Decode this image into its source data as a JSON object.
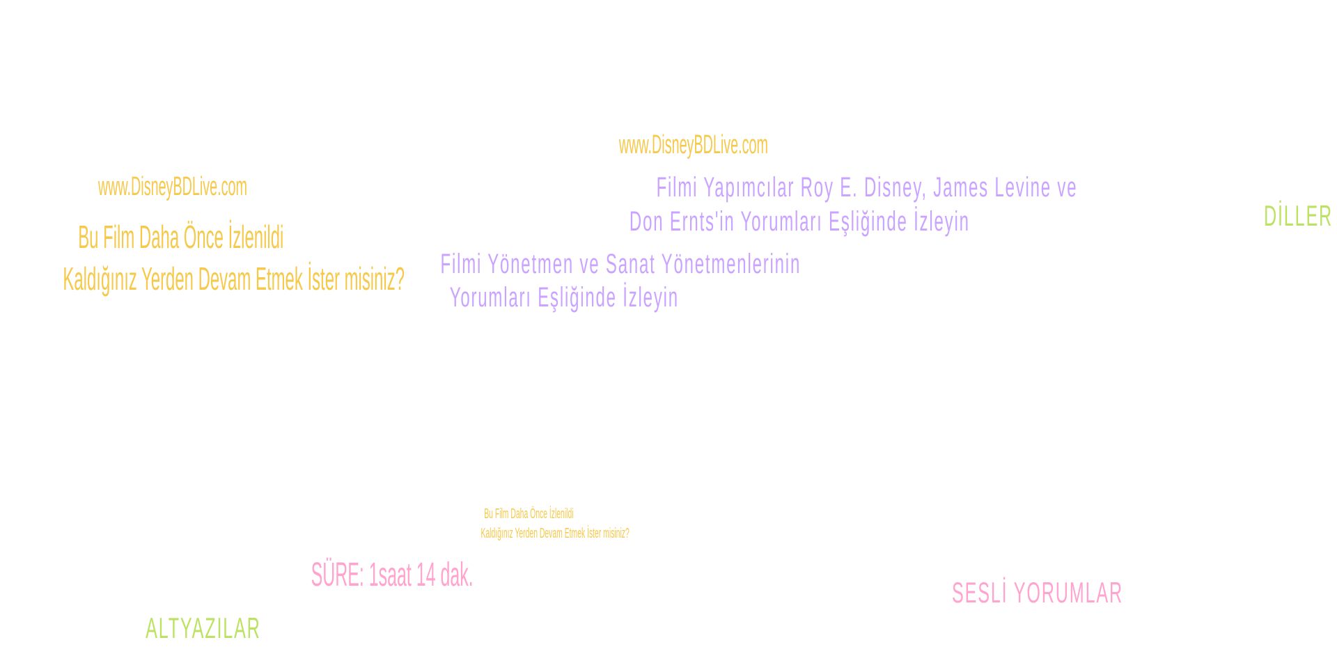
{
  "colors": {
    "yellow": "#f6c94a",
    "purple": "#c9a3ff",
    "pink": "#ffa3cf",
    "green": "#bde263"
  },
  "website_top": "www.DisneyBDLive.com",
  "website_left": "www.DisneyBDLive.com",
  "resume_prompt": {
    "line1": "Bu Film Daha Önce İzlenildi",
    "line2": "Kaldığınız Yerden Devam Etmek İster misiniz?"
  },
  "resume_prompt_small": {
    "line1": "Bu Film Daha Önce İzlenildi",
    "line2": "Kaldığınız Yerden Devam Etmek İster misiniz?"
  },
  "commentary_producers": {
    "line1": "Filmi Yapımcılar Roy E. Disney, James Levine ve",
    "line2": "Don Ernts'in Yorumları Eşliğinde İzleyin"
  },
  "commentary_directors": {
    "line1": "Filmi Yönetmen ve Sanat Yönetmenlerinin",
    "line2": "Yorumları Eşliğinde İzleyin"
  },
  "menu": {
    "languages": "DİLLER",
    "subtitles": "ALTYAZILAR",
    "audio_commentary": "SESLİ YORUMLAR"
  },
  "duration": "SÜRE: 1saat 14 dak."
}
